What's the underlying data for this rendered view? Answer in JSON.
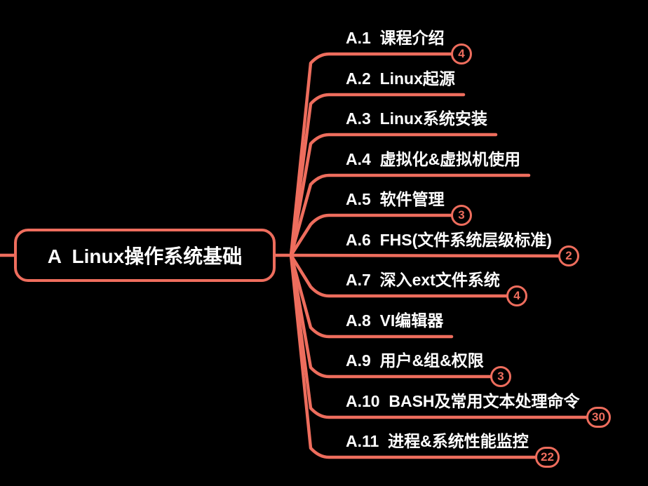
{
  "diagram": {
    "root_label": "A  Linux操作系统基础",
    "topics": [
      {
        "label": "A.1  课程介绍",
        "badge": "4"
      },
      {
        "label": "A.2  Linux起源",
        "badge": null
      },
      {
        "label": "A.3  Linux系统安装",
        "badge": null
      },
      {
        "label": "A.4  虚拟化&虚拟机使用",
        "badge": null
      },
      {
        "label": "A.5  软件管理",
        "badge": "3"
      },
      {
        "label": "A.6  FHS(文件系统层级标准)",
        "badge": "2"
      },
      {
        "label": "A.7  深入ext文件系统",
        "badge": "4"
      },
      {
        "label": "A.8  VI编辑器",
        "badge": null
      },
      {
        "label": "A.9  用户&组&权限",
        "badge": "3"
      },
      {
        "label": "A.10  BASH及常用文本处理命令",
        "badge": "30"
      },
      {
        "label": "A.11  进程&系统性能监控",
        "badge": "22"
      }
    ],
    "colors": {
      "accent": "#ee6d5d",
      "background": "#000000",
      "text": "#ffffff"
    }
  }
}
